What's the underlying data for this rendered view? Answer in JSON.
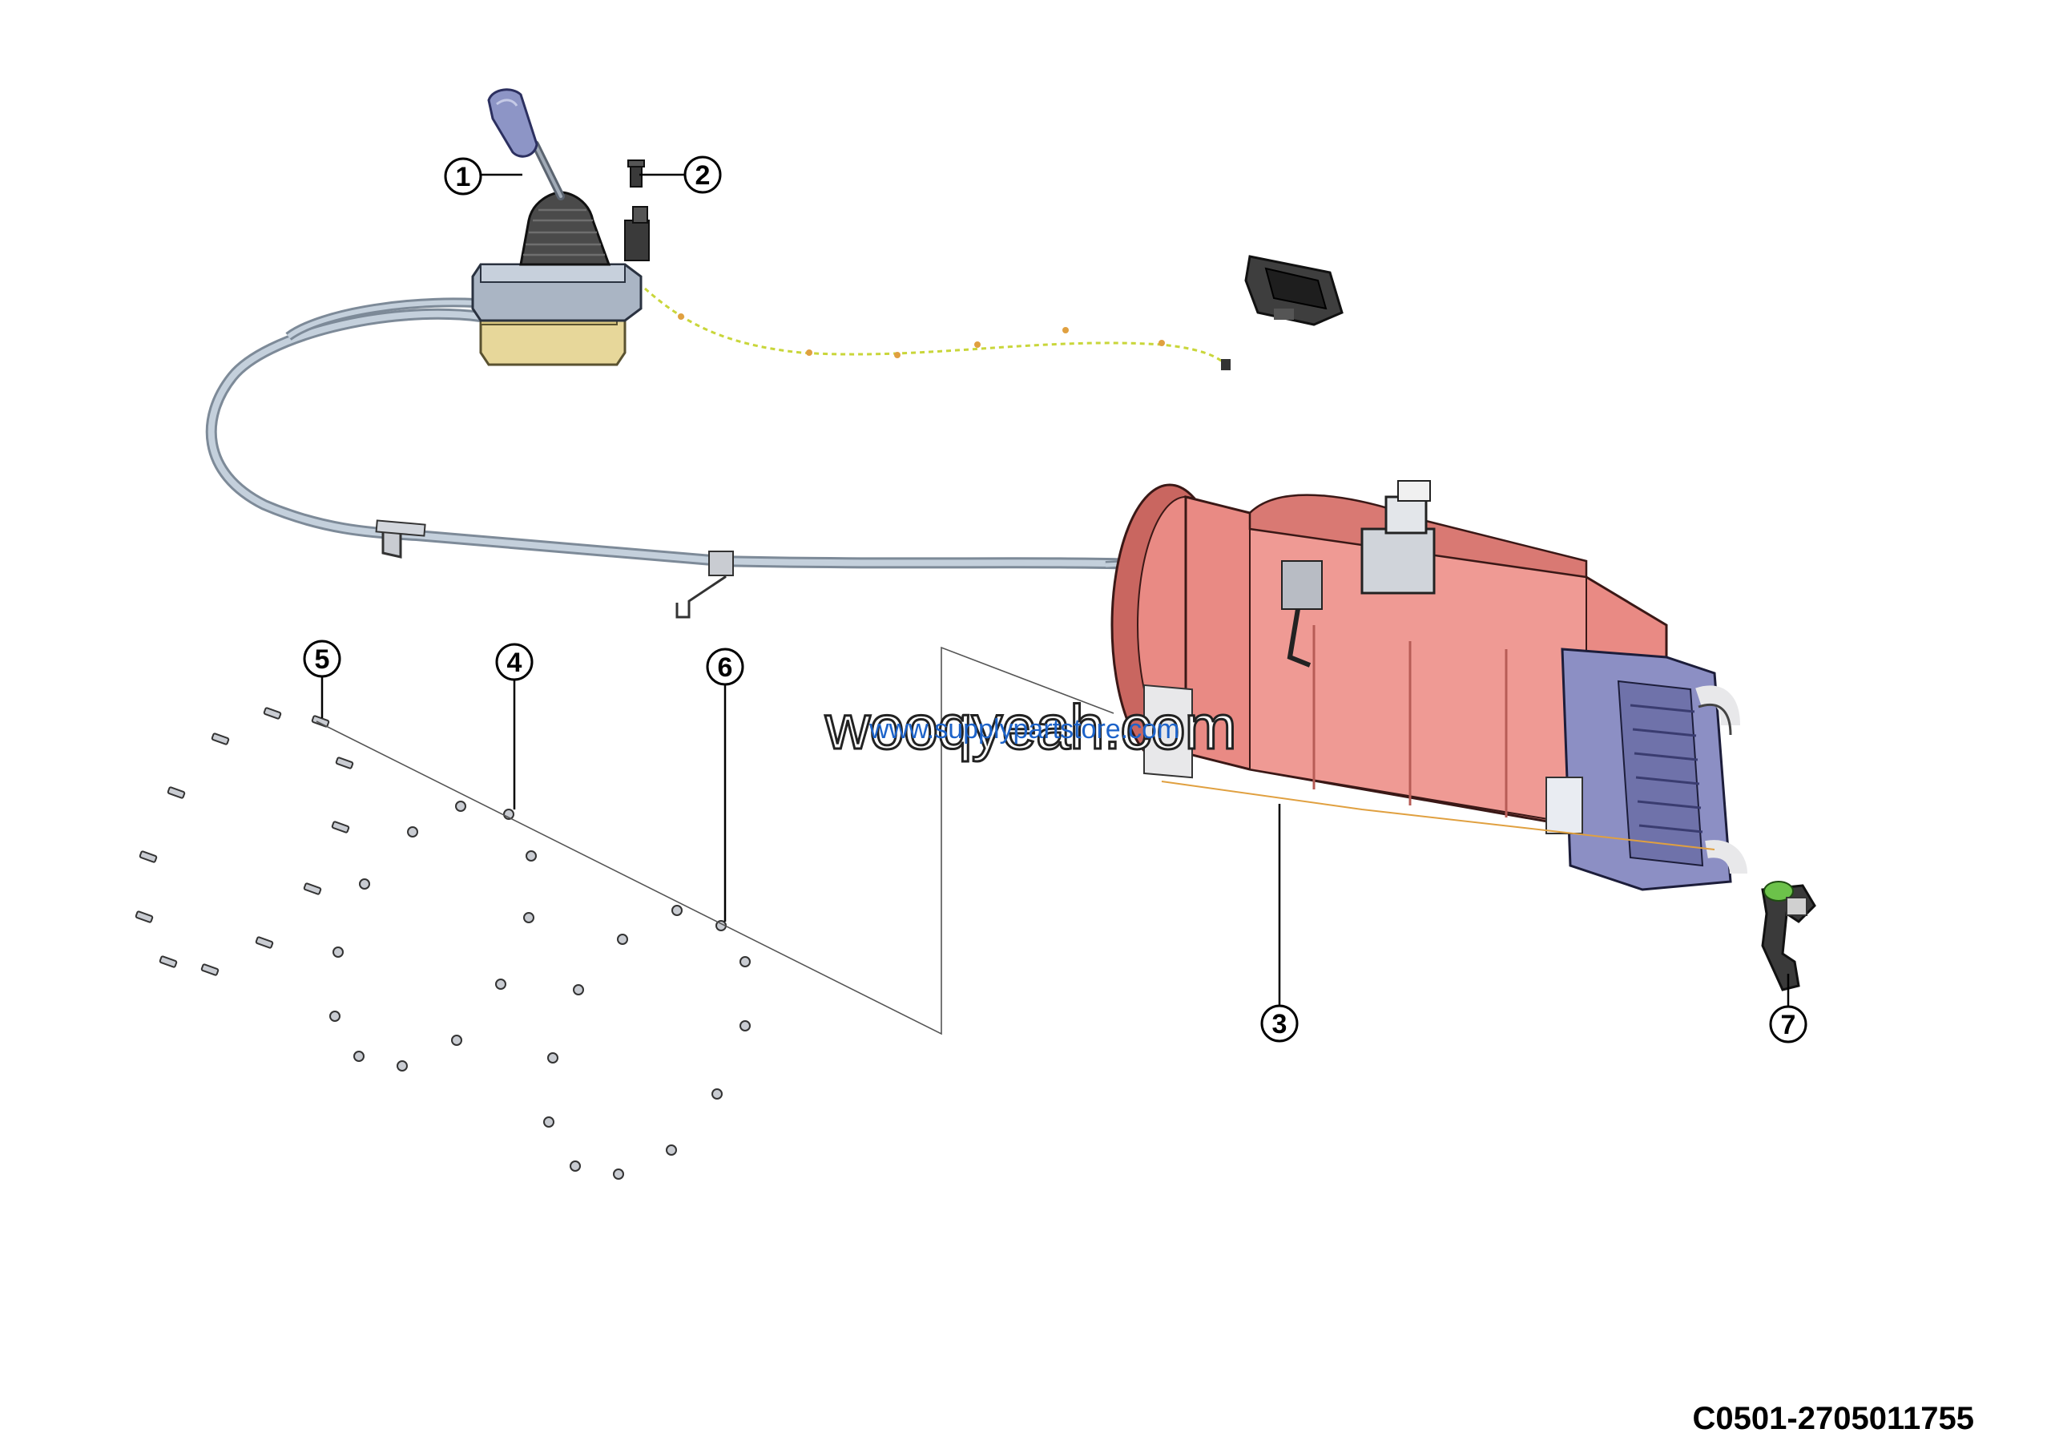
{
  "callouts": [
    {
      "number": "1",
      "part": "shift-lever"
    },
    {
      "number": "2",
      "part": "switch"
    },
    {
      "number": "3",
      "part": "transmission"
    },
    {
      "number": "4",
      "part": "nut"
    },
    {
      "number": "5",
      "part": "bolt"
    },
    {
      "number": "6",
      "part": "nut"
    },
    {
      "number": "7",
      "part": "sensor"
    }
  ],
  "watermark": {
    "main": "wooqyeah.com",
    "secondary": "www.supplypartstore.com"
  },
  "part_code": "C0501-2705011755",
  "colors": {
    "transmission_body": "#e98a84",
    "transmission_shadow": "#c96660",
    "cooler_block": "#8c8fc4",
    "cable": "#aebccb",
    "boot": "#4a4a4a",
    "base_block": "#e7d79a",
    "control_box": "#aab5c4",
    "knob": "#8d95c6",
    "wire_harness": "#c9d63a"
  }
}
